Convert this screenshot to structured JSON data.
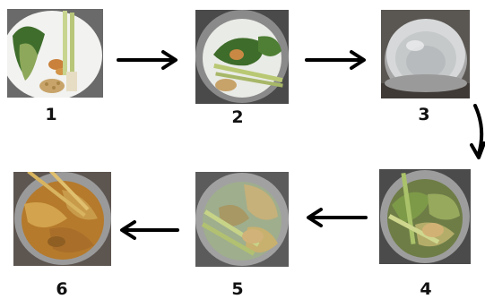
{
  "steps": [
    {
      "number": "1",
      "image": "ingredients-on-plate"
    },
    {
      "number": "2",
      "image": "ingredients-in-pot"
    },
    {
      "number": "3",
      "image": "empty-stainless-pot"
    },
    {
      "number": "4",
      "image": "pot-with-herbs"
    },
    {
      "number": "5",
      "image": "herbs-in-water"
    },
    {
      "number": "6",
      "image": "amber-broth"
    }
  ],
  "colors": {
    "arrow": "#000000",
    "label": "#111111",
    "pot_metal": "#b9b9b9",
    "broth": "#b57a2c",
    "leaf": "#5d8a35"
  }
}
